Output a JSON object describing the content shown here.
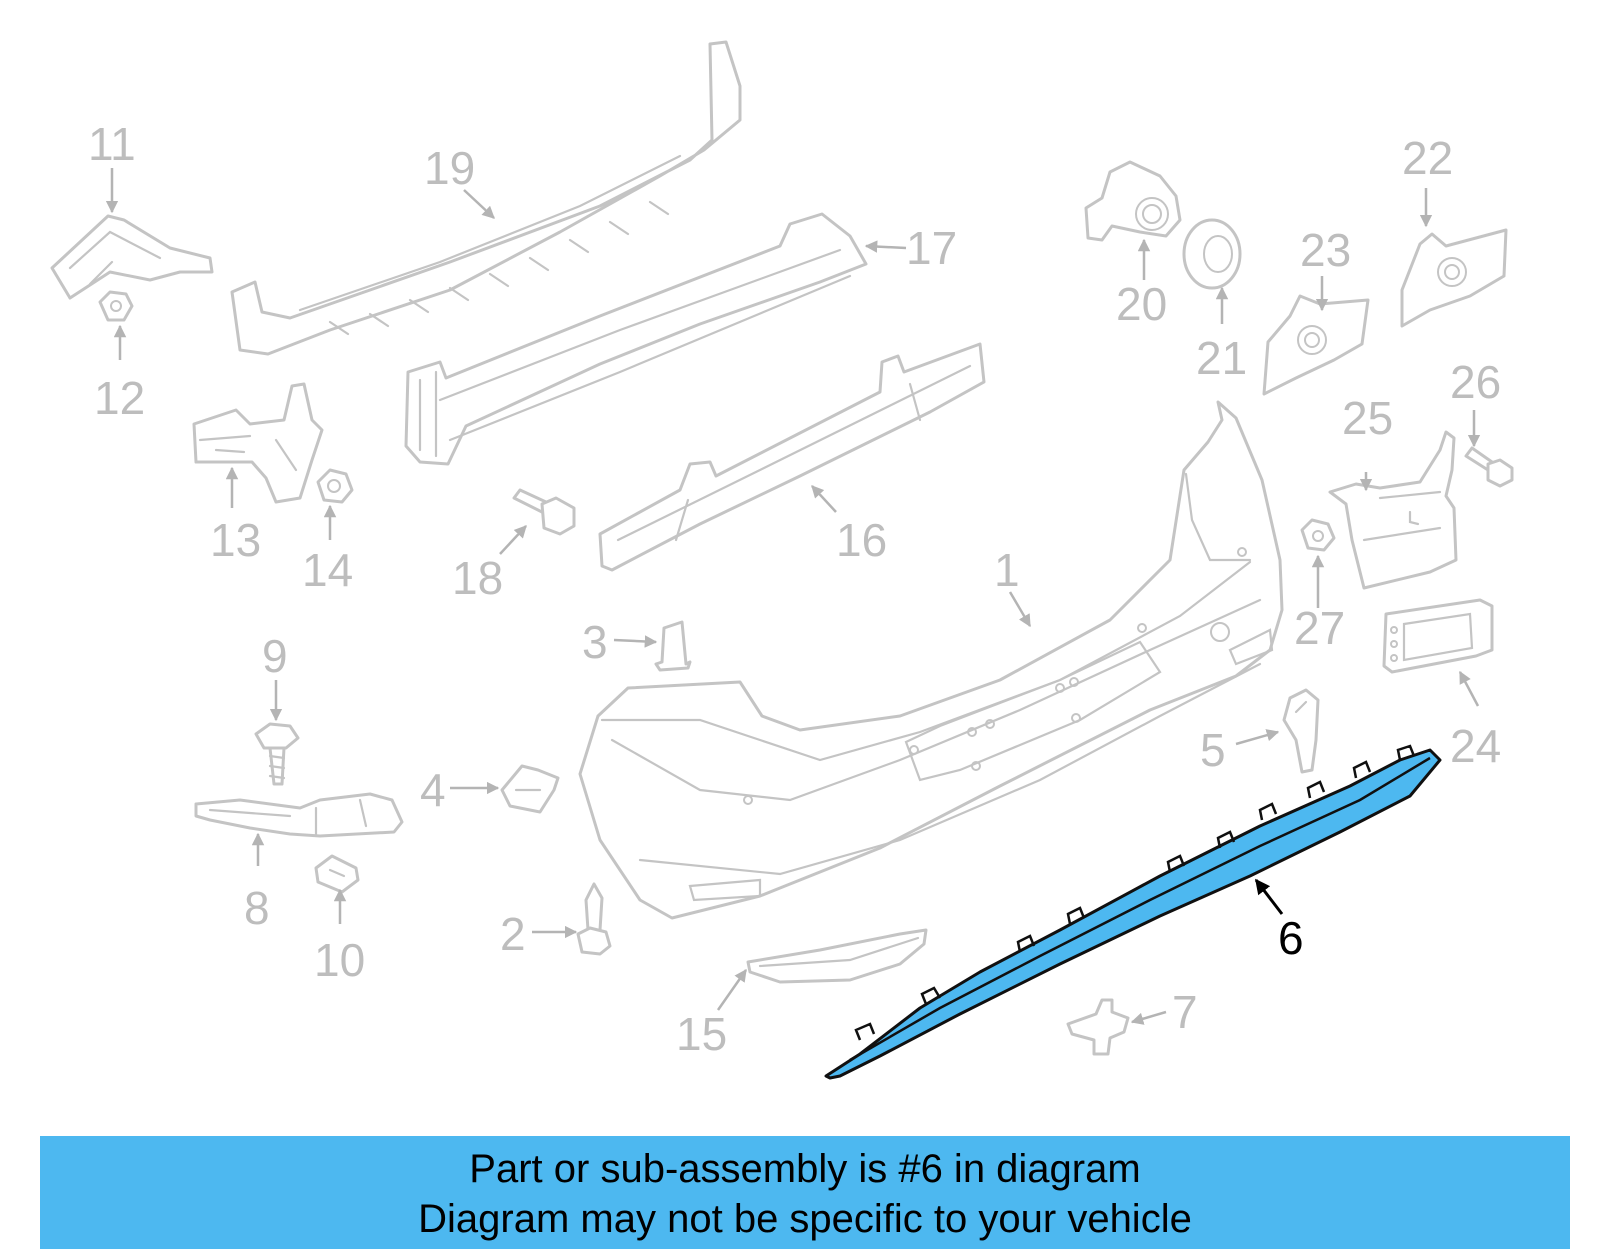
{
  "diagram": {
    "callouts": [
      {
        "id": "1",
        "label": "1"
      },
      {
        "id": "2",
        "label": "2"
      },
      {
        "id": "3",
        "label": "3"
      },
      {
        "id": "4",
        "label": "4"
      },
      {
        "id": "5",
        "label": "5"
      },
      {
        "id": "6",
        "label": "6",
        "highlighted": true
      },
      {
        "id": "7",
        "label": "7"
      },
      {
        "id": "8",
        "label": "8"
      },
      {
        "id": "9",
        "label": "9"
      },
      {
        "id": "10",
        "label": "10"
      },
      {
        "id": "11",
        "label": "11"
      },
      {
        "id": "12",
        "label": "12"
      },
      {
        "id": "13",
        "label": "13"
      },
      {
        "id": "14",
        "label": "14"
      },
      {
        "id": "15",
        "label": "15"
      },
      {
        "id": "16",
        "label": "16"
      },
      {
        "id": "17",
        "label": "17"
      },
      {
        "id": "18",
        "label": "18"
      },
      {
        "id": "19",
        "label": "19"
      },
      {
        "id": "20",
        "label": "20"
      },
      {
        "id": "21",
        "label": "21"
      },
      {
        "id": "22",
        "label": "22"
      },
      {
        "id": "23",
        "label": "23"
      },
      {
        "id": "24",
        "label": "24"
      },
      {
        "id": "25",
        "label": "25"
      },
      {
        "id": "26",
        "label": "26"
      },
      {
        "id": "27",
        "label": "27"
      }
    ],
    "colors": {
      "highlight": "#4db8f0",
      "part_lines": "#c4c4c4",
      "callout_text": "#bdbdbd",
      "highlight_text": "#000000"
    }
  },
  "banner": {
    "line1": "Part or sub-assembly is #6 in diagram",
    "line2": "Diagram may not be specific to your vehicle"
  }
}
